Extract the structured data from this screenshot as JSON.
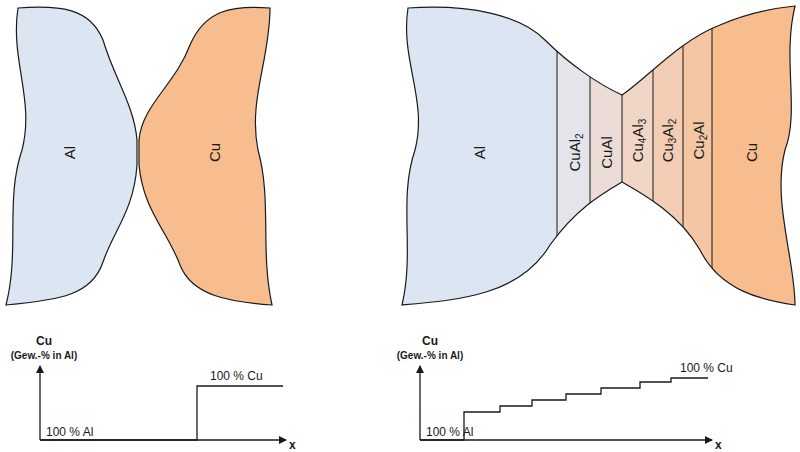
{
  "diagram": {
    "nodes": [
      {
        "text": [
          "Al"
        ]
      },
      {
        "text": [
          "Cu"
        ]
      },
      {
        "text": [
          "Al"
        ]
      },
      {
        "text": [
          "CuAl2"
        ]
      },
      {
        "text": [
          "CuAl"
        ]
      },
      {
        "text": [
          "Cu4Al3"
        ]
      },
      {
        "text": [
          "Cu3Al2"
        ]
      },
      {
        "text": [
          "Cu2Al"
        ]
      },
      {
        "text": [
          "Cu"
        ]
      }
    ],
    "labels": [
      "Cu",
      "(Gew.-% in Al)",
      "100 % Cu",
      "100 % Al",
      "x",
      "Cu",
      "(Gew.-% in Al)",
      "100 % Cu",
      "100 % Al",
      "x"
    ]
  }
}
